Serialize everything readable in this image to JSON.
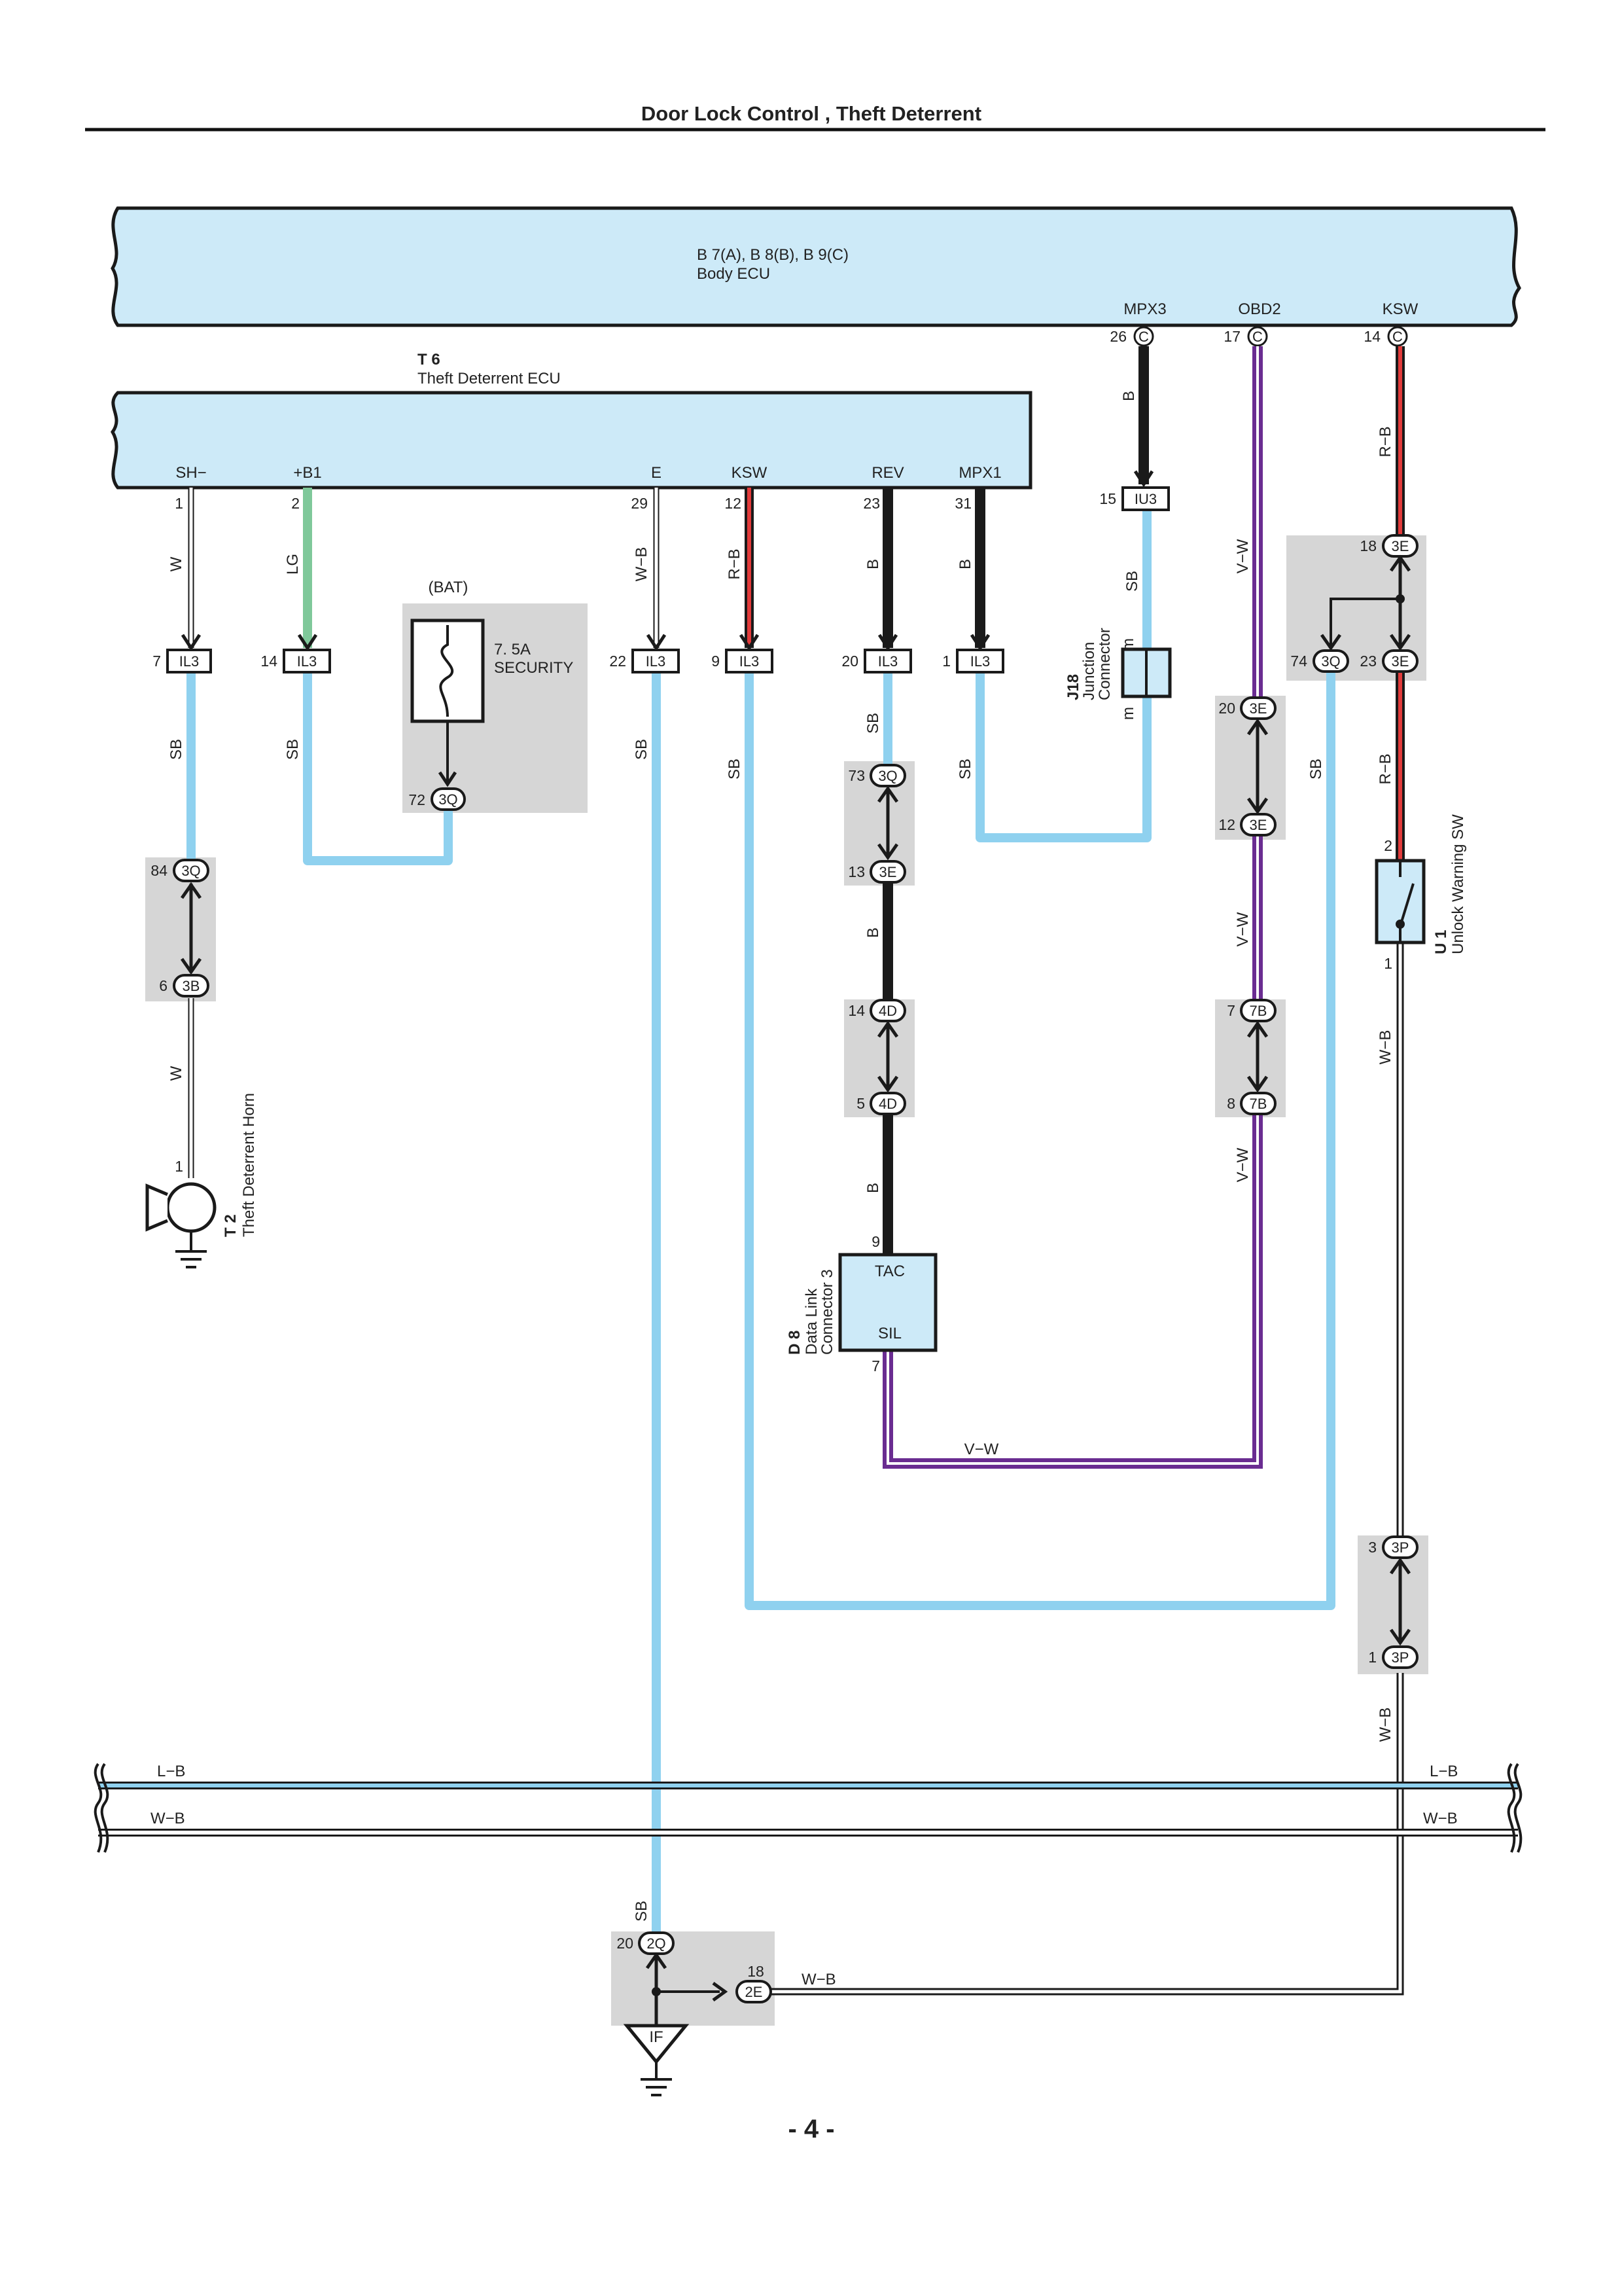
{
  "page": {
    "title": "Door Lock Control , Theft Deterrent",
    "page_number": "- 4 -"
  },
  "colors": {
    "ecu_fill": "#cdeaf8",
    "sb": "#8fd1ef",
    "black": "#1a1a1a",
    "violet": "#6a2c91",
    "red": "#e23b3b",
    "lg": "#7fc89a",
    "gray_box": "#d6d6d6"
  },
  "body_ecu": {
    "codes": "B 7(A), B 8(B), B 9(C)",
    "name": "Body ECU",
    "terminals": [
      {
        "name": "MPX3",
        "pin": "26",
        "conn": "C"
      },
      {
        "name": "OBD2",
        "pin": "17",
        "conn": "C"
      },
      {
        "name": "KSW",
        "pin": "14",
        "conn": "C"
      }
    ]
  },
  "theft_ecu": {
    "code": "T 6",
    "name": "Theft Deterrent ECU",
    "terminals": [
      {
        "name": "SH−",
        "pin": "1",
        "wire": "W",
        "conn_pin": "7",
        "conn": "IL3"
      },
      {
        "name": "+B1",
        "pin": "2",
        "wire": "LG",
        "conn_pin": "14",
        "conn": "IL3"
      },
      {
        "name": "E",
        "pin": "29",
        "wire": "W−B",
        "conn_pin": "22",
        "conn": "IL3"
      },
      {
        "name": "KSW",
        "pin": "12",
        "wire": "R−B",
        "conn_pin": "9",
        "conn": "IL3"
      },
      {
        "name": "REV",
        "pin": "23",
        "wire": "B",
        "conn_pin": "20",
        "conn": "IL3"
      },
      {
        "name": "MPX1",
        "pin": "31",
        "wire": "B",
        "conn_pin": "1",
        "conn": "IL3"
      }
    ]
  },
  "fuse": {
    "source": "(BAT)",
    "rating": "7. 5A",
    "name": "SECURITY",
    "pin": "72",
    "conn": "3Q"
  },
  "horn_branch": {
    "upper_pin": "84",
    "upper_conn": "3Q",
    "lower_pin": "6",
    "lower_conn": "3B",
    "wire_sb": "SB",
    "wire_w": "W",
    "horn_pin": "1",
    "horn_code": "T 2",
    "horn_name": "Theft Deterrent Horn"
  },
  "rev_branch": {
    "j1_pin": "73",
    "j1_conn": "3Q",
    "j2_pin": "13",
    "j2_conn": "3E",
    "j3_pin": "14",
    "j3_conn": "4D",
    "j4_pin": "5",
    "j4_conn": "4D",
    "wire_sb": "SB",
    "wire_b1": "B",
    "wire_b2": "B"
  },
  "dlc": {
    "code": "D 8",
    "name1": "Data Link",
    "name2": "Connector 3",
    "pin_top": "9",
    "term_top": "TAC",
    "term_bot": "SIL",
    "pin_bot": "7",
    "wire": "V−W"
  },
  "mpx3_branch": {
    "wire_b": "B",
    "conn_pin": "15",
    "conn": "IU3",
    "wire_sb": "SB"
  },
  "junction": {
    "code": "J18",
    "name1": "Junction",
    "name2": "Connector",
    "mark": "m"
  },
  "mpx1_wire": "SB",
  "obd2_branch": {
    "wire": "V−W",
    "j1_pin": "20",
    "j1_conn": "3E",
    "j2_pin": "12",
    "j2_conn": "3E",
    "j3_pin": "7",
    "j3_conn": "7B",
    "j4_pin": "8",
    "j4_conn": "7B"
  },
  "ksw_branch": {
    "wire": "R−B",
    "top_pin": "18",
    "top_conn": "3E",
    "left_pin": "74",
    "left_conn": "3Q",
    "right_pin": "23",
    "right_conn": "3E",
    "wire_sb": "SB",
    "sw_pin_top": "2",
    "sw_pin_bot": "1",
    "sw_code": "U 1",
    "sw_name": "Unlock Warning SW",
    "wire_wb": "W−B",
    "j1_pin": "3",
    "j1_conn": "3P",
    "j2_pin": "1",
    "j2_conn": "3P"
  },
  "bus": {
    "lb": "L−B",
    "wb": "W−B"
  },
  "ground": {
    "wire_sb": "SB",
    "pin1": "20",
    "conn1": "2Q",
    "pin2": "18",
    "conn2": "2E",
    "wire_wb": "W−B",
    "ground_name": "IF"
  }
}
